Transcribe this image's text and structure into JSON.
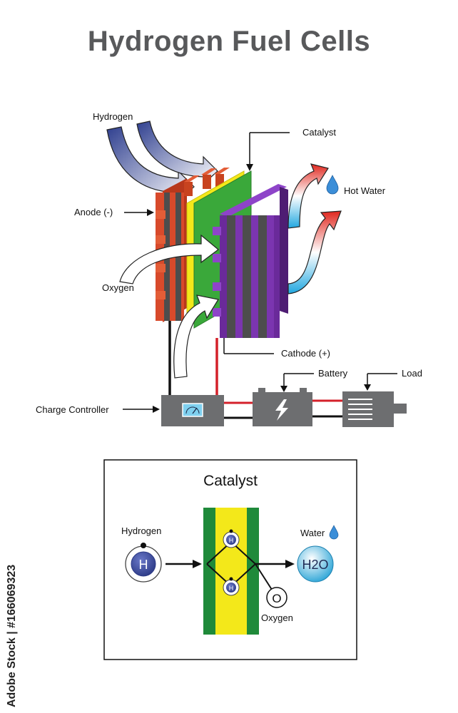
{
  "title": "Hydrogen Fuel Cells",
  "labels": {
    "hydrogen": "Hydrogen",
    "catalyst": "Catalyst",
    "hot_water": "Hot Water",
    "anode": "Anode (-)",
    "oxygen": "Oxygen",
    "cathode": "Cathode (+)",
    "battery": "Battery",
    "load": "Load",
    "charge_controller": "Charge Controller"
  },
  "inset": {
    "title": "Catalyst",
    "hydrogen": "Hydrogen",
    "hydrogen_symbol": "H",
    "water": "Water",
    "water_symbol": "H2O",
    "atom_symbol": "H",
    "oxygen": "Oxygen",
    "oxygen_symbol": "O"
  },
  "watermark": "Adobe Stock | #166069323",
  "colors": {
    "title": "#58595b",
    "anode": "#d84a2b",
    "cathode": "#6a2a9a",
    "catalyst_green": "#3aa83a",
    "catalyst_yellow": "#f3e81a",
    "wire_red": "#d4202a",
    "device_gray": "#6d6e70",
    "hydrogen_atom": "#3b4a99",
    "water_blue": "#4fb8dc"
  }
}
